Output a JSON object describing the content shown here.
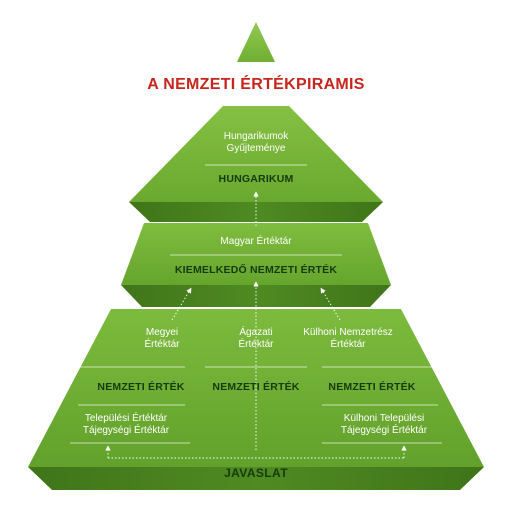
{
  "title": "A NEMZETI ÉRTÉKPIRAMIS",
  "tier_top": {
    "collection": "Hungarikumok\nGyűjteménye",
    "level": "HUNGARIKUM"
  },
  "tier_middle": {
    "collection": "Magyar Értéktár",
    "level": "KIEMELKEDŐ NEMZETI ÉRTÉK"
  },
  "tier_bottom": {
    "left_upper": "Megyei\nÉrtéktár",
    "center_upper": "Ágazati\nÉrtéktár",
    "right_upper": "Külhoni Nemzetrész\nÉrtéktár",
    "left_level": "NEMZETI ÉRTÉK",
    "center_level": "NEMZETI ÉRTÉK",
    "right_level": "NEMZETI ÉRTÉK",
    "left_lower": "Települési Értéktár\nTájegységi Értéktár",
    "right_lower": "Külhoni Települési\nTájegységi Értéktár"
  },
  "base_label": "JAVASLAT",
  "colors": {
    "green_light": "#86c247",
    "green_mid": "#6aaa2f",
    "green_dark": "#3d7218",
    "title_red": "#c8251d",
    "text_dark": "#163a10"
  }
}
